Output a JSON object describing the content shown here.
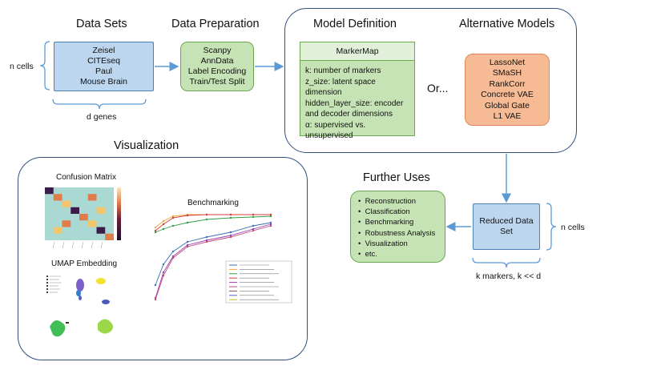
{
  "headers": {
    "data_sets": "Data Sets",
    "data_preparation": "Data Preparation",
    "model_definition": "Model Definition",
    "alternative_models": "Alternative Models",
    "visualization": "Visualization",
    "further_uses": "Further Uses"
  },
  "dims": {
    "n_cells_left": "n cells",
    "d_genes": "d genes",
    "n_cells_right": "n cells",
    "k_markers": "k markers, k << d"
  },
  "data_sets": [
    "Zeisel",
    "CITEseq",
    "Paul",
    "Mouse Brain"
  ],
  "data_preparation": [
    "Scanpy",
    "AnnData",
    "Label Encoding",
    "Train/Test Split"
  ],
  "markermap": {
    "title": "MarkerMap",
    "params": [
      "k: number of markers",
      "z_size: latent space dimension",
      "hidden_layer_size: encoder",
      "and decoder dimensions",
      "α: supervised vs. unsupervised"
    ]
  },
  "or_label": "Or...",
  "alternative_models": [
    "LassoNet",
    "SMaSH",
    "RankCorr",
    "Concrete VAE",
    "Global Gate",
    "L1 VAE"
  ],
  "reduced": [
    "Reduced Data",
    "Set"
  ],
  "further_uses": [
    "Reconstruction",
    "Classification",
    "Benchmarking",
    "Robustness Analysis",
    "Visualization",
    "etc."
  ],
  "viz": {
    "confusion_title": "Confusion Matrix",
    "benchmark_title": "Benchmarking",
    "umap_title": "UMAP Embedding"
  },
  "colors": {
    "arrow": "#5b9bd5",
    "panel_border": "#2f4f7f",
    "data_blue": "#bcd6ef",
    "prep_green": "#c6e3b5",
    "alt_orange": "#f6bb95"
  },
  "icons": {
    "bracket": "curly-bracket",
    "bullet": "bullet-dot"
  }
}
